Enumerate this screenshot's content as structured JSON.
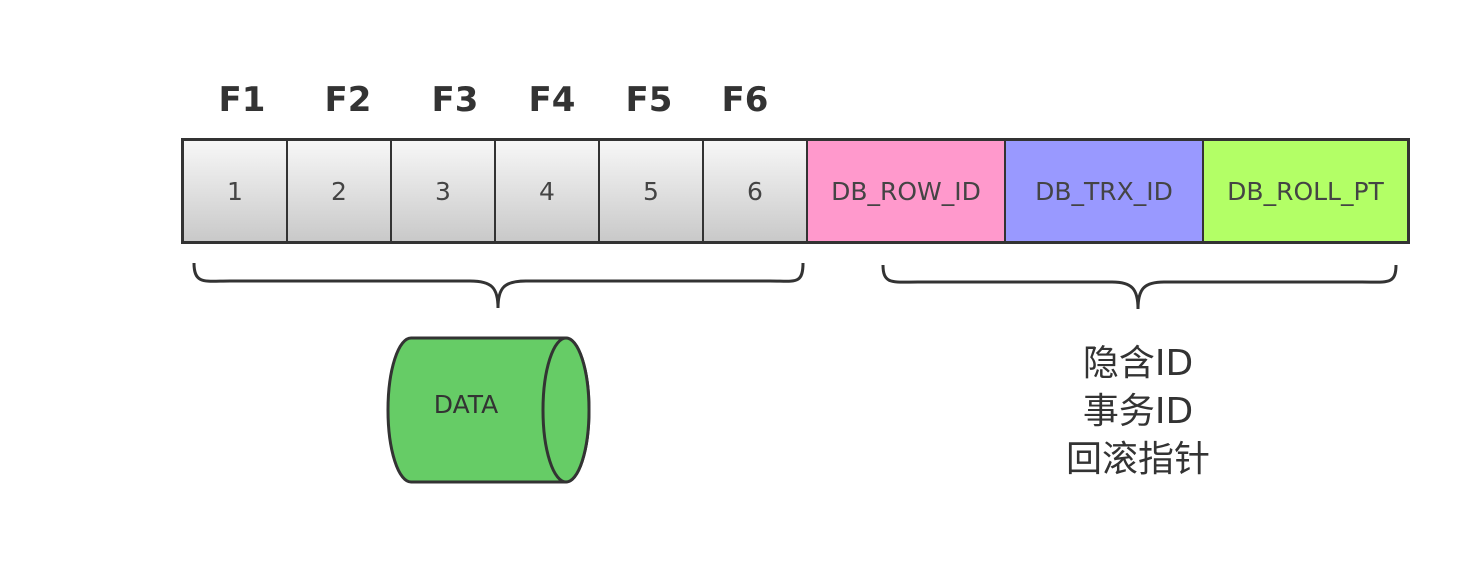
{
  "field_headers": [
    "F1",
    "F2",
    "F3",
    "F4",
    "F5",
    "F6"
  ],
  "field_values": [
    "1",
    "2",
    "3",
    "4",
    "5",
    "6"
  ],
  "hidden_columns": [
    {
      "label": "DB_ROW_ID",
      "color": "#ff99cc"
    },
    {
      "label": "DB_TRX_ID",
      "color": "#9999ff"
    },
    {
      "label": "DB_ROLL_PT",
      "color": "#b3ff66"
    }
  ],
  "data_store": {
    "label": "DATA",
    "color": "#66cc66"
  },
  "hidden_ids": {
    "lines": [
      "隐含ID",
      "事务ID",
      "回滚指针"
    ]
  },
  "colors": {
    "stroke": "#333333",
    "cell_top": "#f7f7f7",
    "cell_bottom": "#c9c9c9"
  }
}
